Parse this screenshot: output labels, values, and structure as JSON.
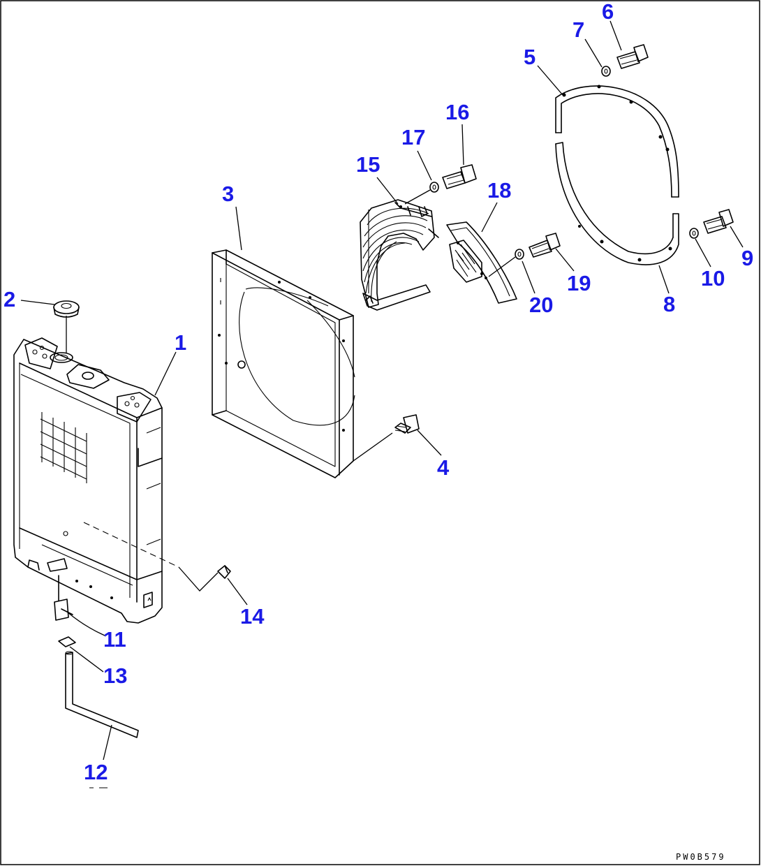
{
  "callouts": [
    {
      "id": "1",
      "label": "1"
    },
    {
      "id": "2",
      "label": "2"
    },
    {
      "id": "3",
      "label": "3"
    },
    {
      "id": "4",
      "label": "4"
    },
    {
      "id": "5",
      "label": "5"
    },
    {
      "id": "6",
      "label": "6"
    },
    {
      "id": "7",
      "label": "7"
    },
    {
      "id": "8",
      "label": "8"
    },
    {
      "id": "9",
      "label": "9"
    },
    {
      "id": "10",
      "label": "10"
    },
    {
      "id": "11",
      "label": "11"
    },
    {
      "id": "12",
      "label": "12"
    },
    {
      "id": "13",
      "label": "13"
    },
    {
      "id": "14",
      "label": "14"
    },
    {
      "id": "15",
      "label": "15"
    },
    {
      "id": "16",
      "label": "16"
    },
    {
      "id": "17",
      "label": "17"
    },
    {
      "id": "18",
      "label": "18"
    },
    {
      "id": "19",
      "label": "19"
    },
    {
      "id": "20",
      "label": "20"
    }
  ],
  "drawing_code": "PW0B579",
  "colors": {
    "callout": "#1a1ae6",
    "line": "#000000",
    "background": "#ffffff"
  }
}
